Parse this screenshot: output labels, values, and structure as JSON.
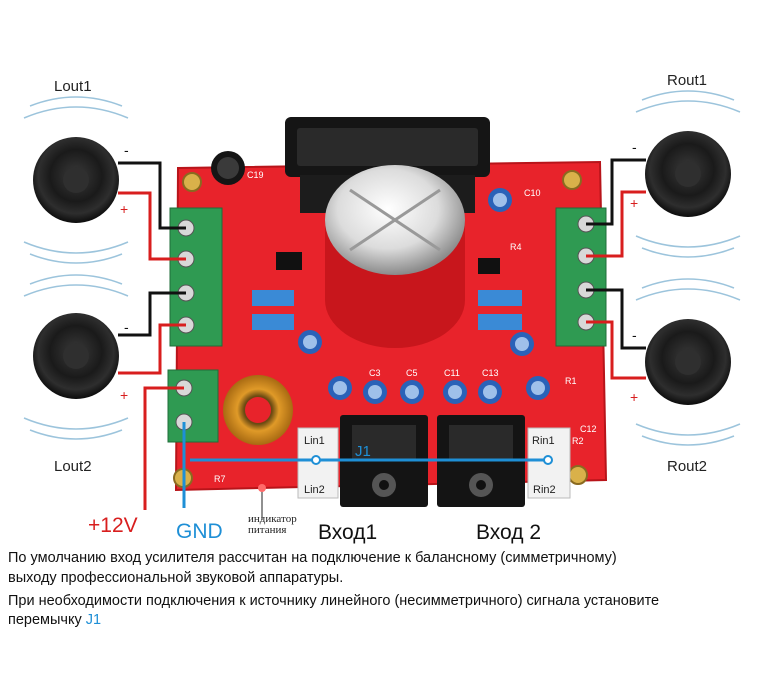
{
  "speakers": {
    "lout1": "Lout1",
    "lout2": "Lout2",
    "rout1": "Rout1",
    "rout2": "Rout2",
    "minus": "-",
    "plus": "+"
  },
  "power": {
    "plus12": "+12V",
    "gnd": "GND",
    "indicator": "индикатор питания"
  },
  "inputs": {
    "in1": "Вход1",
    "in2": "Вход 2",
    "lin1": "Lin1",
    "lin2": "Lin2",
    "rin1": "Rin1",
    "rin2": "Rin2",
    "jumper": "J1"
  },
  "board_marks": {
    "c19": "C19",
    "c10": "C10",
    "c3": "C3",
    "c5": "C5",
    "c11": "C11",
    "c13": "C13",
    "r4": "R4",
    "r7": "R7",
    "r1": "R1",
    "r2": "R2",
    "c12": "C12"
  },
  "colors": {
    "board": "#e8232b",
    "terminal": "#2f9a52",
    "wire_red": "#d81e1e",
    "wire_black": "#111111",
    "jumper": "#1e8fd6"
  },
  "note": {
    "line1": "По умолчанию вход усилителя рассчитан на подключение к балансному (симметричному)",
    "line2": "выходу профессиональной звуковой аппаратуры.",
    "line3a": "При необходимости подключения к источнику линейного (несимметричного) сигнала установите",
    "line3b_prefix": "перемычку ",
    "line3b_j1": "J1"
  }
}
